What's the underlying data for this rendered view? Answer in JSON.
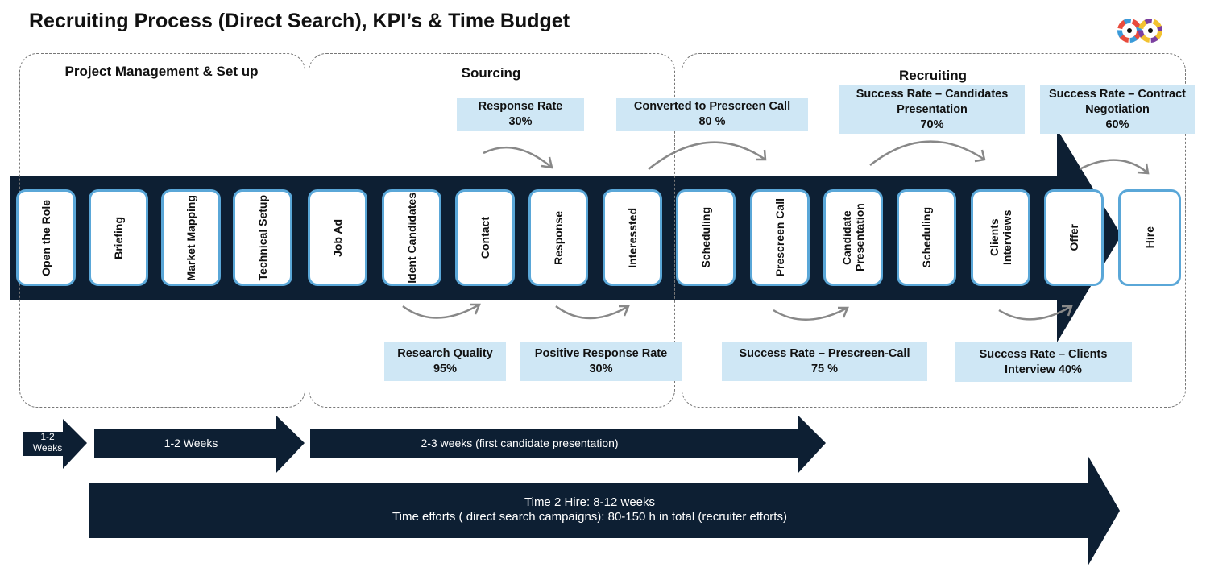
{
  "title": "Recruiting Process (Direct Search), KPI’s & Time Budget",
  "colors": {
    "navy": "#0d1f33",
    "kpi_bg": "#cfe7f5",
    "step_border": "#5aa7d8"
  },
  "phases": [
    "Project Management & Set up",
    "Sourcing",
    "Recruiting"
  ],
  "steps": [
    "Open the Role",
    "Briefing",
    "Market Mapping",
    "Technical Setup",
    "Job Ad",
    "Ident Candidates",
    "Contact",
    "Response",
    "Interessted",
    "Scheduling",
    "Prescreen Call",
    "Candidate Presentation",
    "Scheduling",
    "Clients Interviews",
    "Offer",
    "Hire"
  ],
  "kpis_top": [
    {
      "label": "Response Rate",
      "value": "30%"
    },
    {
      "label": "Converted to Prescreen Call",
      "value": "80 %"
    },
    {
      "label": "Success Rate – Candidates Presentation",
      "value": "70%"
    },
    {
      "label": "Success Rate – Contract Negotiation",
      "value": "60%"
    }
  ],
  "kpis_bottom": [
    {
      "label": "Research Quality",
      "value": "95%"
    },
    {
      "label": "Positive Response Rate",
      "value": "30%"
    },
    {
      "label": "Success Rate – Prescreen-Call",
      "value": "75 %"
    },
    {
      "label": "Success Rate – Clients Interview 40%",
      "value": ""
    }
  ],
  "timeline": {
    "a1": "1-2 Weeks",
    "a2": "1-2 Weeks",
    "a3": "2-3 weeks (first candidate presentation)",
    "total1": "Time 2 Hire: 8-12 weeks",
    "total2": "Time efforts ( direct search campaigns): 80-150 h in total (recruiter efforts)"
  }
}
